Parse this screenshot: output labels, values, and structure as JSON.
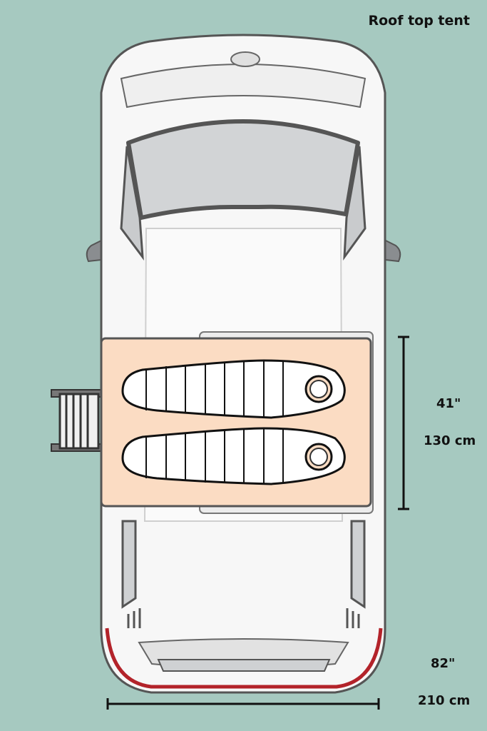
{
  "title": "Roof top tent",
  "dimensions": {
    "height_in": "41\"",
    "height_cm": "130 cm",
    "width_in": "82\"",
    "width_cm": "210 cm"
  },
  "colors": {
    "background": "#a6c9c0",
    "car_body": "#f7f7f7",
    "car_outline": "#555555",
    "glass": "#d2d4d6",
    "tent": "#fbdcc3",
    "tail_light": "#b3232a",
    "dimension_line": "#111111"
  },
  "icons": {
    "sleeping_bag": "sleeping-bag-icon",
    "ladder": "ladder-icon"
  }
}
